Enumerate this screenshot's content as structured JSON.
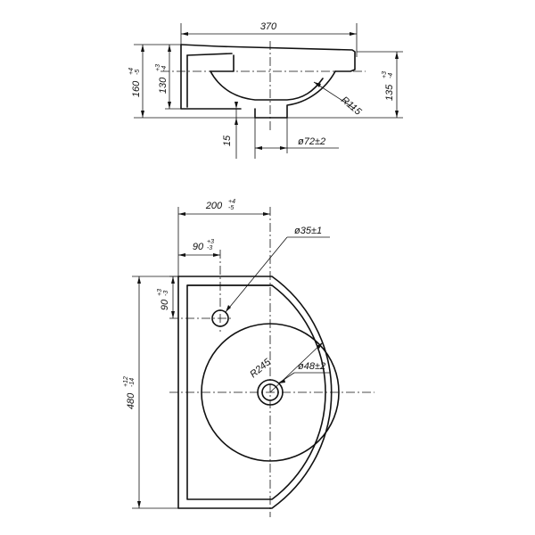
{
  "side_view": {
    "width_label": "370",
    "height_total_label": "160",
    "height_total_tol_upper": "+4",
    "height_total_tol_lower": "-5",
    "height_bowl_label": "130",
    "height_bowl_tol_upper": "+3",
    "height_bowl_tol_lower": "-4",
    "height_right_label": "135",
    "height_right_tol_upper": "+3",
    "height_right_tol_lower": "-4",
    "radius_label": "R115",
    "drain_offset_label": "15",
    "drain_diameter_label": "ø72±2"
  },
  "top_view": {
    "depth_label": "200",
    "depth_tol_upper": "+4",
    "depth_tol_lower": "-5",
    "tap_offset_x_label": "90",
    "tap_offset_x_tol_upper": "+3",
    "tap_offset_x_tol_lower": "-3",
    "tap_hole_label": "ø35±1",
    "tap_offset_y_label": "90",
    "tap_offset_y_tol_upper": "+3",
    "tap_offset_y_tol_lower": "-3",
    "length_label": "480",
    "length_tol_upper": "+12",
    "length_tol_lower": "-14",
    "radius_label": "R245",
    "drain_hole_label": "ø48±2"
  }
}
